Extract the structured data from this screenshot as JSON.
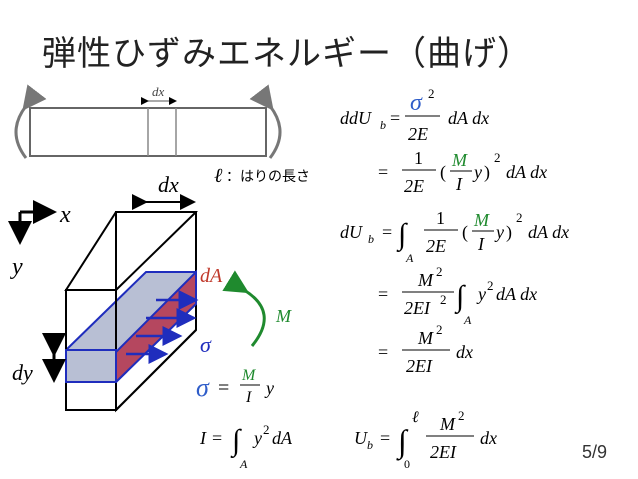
{
  "title": "弾性ひずみエネルギー（曲げ）",
  "page_number": "5/9",
  "beam_diagram": {
    "dx_label": "dx"
  },
  "element_diagram": {
    "dx_label": "dx",
    "x_axis_label": "x",
    "y_axis_label": "y",
    "dy_label": "dy",
    "dA_label": "dA",
    "sigma_label": "σ",
    "moment_label": "M"
  },
  "length_note": {
    "symbol": "ℓ",
    "text": "：はりの長さ"
  },
  "colors": {
    "section_fill": "#b8bfd4",
    "stress_fill": "#b5475f",
    "arrow_blue": "#1f2dbd",
    "sigma_blue": "#2f5dc9",
    "moment_green": "#1f8a2e",
    "dA_red": "#c0392b"
  },
  "equations": {
    "dd_u": {
      "lhs": "ddU",
      "sub": "b",
      "eq": "=",
      "num": "σ",
      "exp": "2",
      "den": "2E",
      "tail": "dA dx"
    },
    "line2": {
      "eq": "=",
      "num": "1",
      "den": "2E",
      "paren_open": "(",
      "m": "M",
      "i": "I",
      "y": "y",
      "paren_close": ")",
      "exp": "2",
      "tail": "dA dx"
    },
    "d_u": {
      "lhs": "dU",
      "sub": "b",
      "eq": "=",
      "int": "∫",
      "int_sub": "A",
      "num": "1",
      "den": "2E",
      "paren_open": "(",
      "m": "M",
      "i": "I",
      "y": "y",
      "paren_close": ")",
      "exp": "2",
      "tail": "dA dx"
    },
    "line4": {
      "eq": "=",
      "num": "M",
      "num_exp": "2",
      "den": "2EI",
      "den_exp": "2",
      "int": "∫",
      "int_sub": "A",
      "body": "y",
      "body_exp": "2",
      "tail": "dA dx"
    },
    "line5": {
      "eq": "=",
      "num": "M",
      "num_exp": "2",
      "den": "2EI",
      "tail": "dx"
    },
    "sigma_eq": {
      "lhs": "σ",
      "eq": "=",
      "num": "M",
      "den": "I",
      "tail": "y"
    },
    "i_eq": {
      "lhs": "I",
      "eq": "=",
      "int": "∫",
      "int_sub": "A",
      "body": "y",
      "body_exp": "2",
      "tail": "dA"
    },
    "u_eq": {
      "lhs": "U",
      "sub": "b",
      "eq": "=",
      "int": "∫",
      "int_sup": "ℓ",
      "int_sub": "0",
      "num": "M",
      "num_exp": "2",
      "den": "2EI",
      "tail": "dx"
    }
  }
}
